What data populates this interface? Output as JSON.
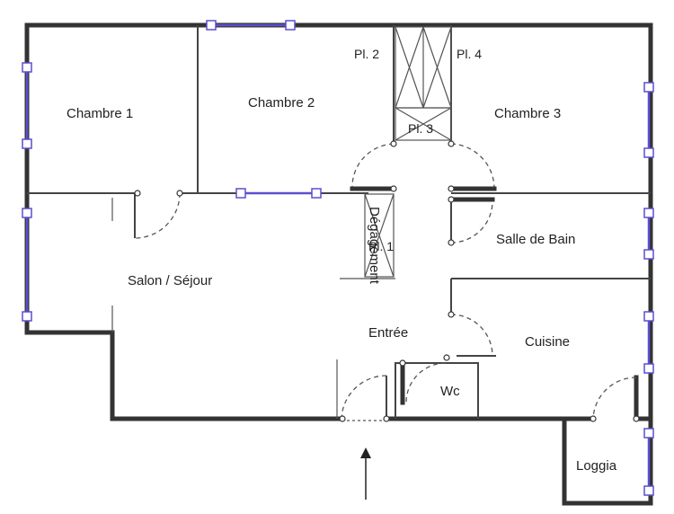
{
  "rooms": {
    "chambre1": "Chambre 1",
    "chambre2": "Chambre 2",
    "chambre3": "Chambre 3",
    "salon": "Salon / Séjour",
    "degagement": "Dégagement",
    "salle_de_bain": "Salle de Bain",
    "entree": "Entrée",
    "cuisine": "Cuisine",
    "wc": "Wc",
    "loggia": "Loggia"
  },
  "closets": {
    "pl1": "Pl. 1",
    "pl2": "Pl. 2",
    "pl3": "Pl. 3",
    "pl4": "Pl. 4"
  },
  "colors": {
    "wall": "#333333",
    "window": "#5a4fcf"
  },
  "icons": {
    "entrance": "arrow-up-icon"
  }
}
